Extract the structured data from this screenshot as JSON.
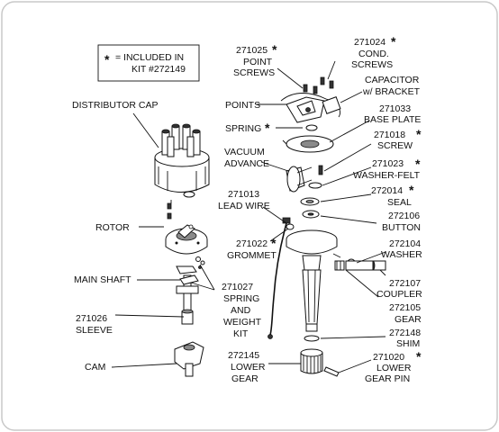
{
  "kit_note": {
    "star": "*",
    "line1": "= INCLUDED IN",
    "line2": "KIT #272149"
  },
  "labels": {
    "distributor_cap": "DISTRIBUTOR CAP",
    "rotor": "ROTOR",
    "main_shaft": "MAIN SHAFT",
    "sleeve": [
      "271026",
      "SLEEVE"
    ],
    "cam": "CAM",
    "spring_weight_kit": [
      "271027",
      "SPRING",
      "AND",
      "WEIGHT",
      "KIT"
    ],
    "point_screws": [
      "271025",
      "POINT",
      "SCREWS"
    ],
    "points": "POINTS",
    "spring": "SPRING",
    "vacuum_advance": [
      "VACUUM",
      "ADVANCE"
    ],
    "lead_wire": [
      "271013",
      "LEAD WIRE"
    ],
    "grommet": [
      "271022",
      "GROMMET"
    ],
    "lower_gear": [
      "272145",
      "LOWER",
      "GEAR"
    ],
    "cond_screws": [
      "271024",
      "COND.",
      "SCREWS"
    ],
    "capacitor": [
      "CAPACITOR",
      "w/ BRACKET"
    ],
    "base_plate": [
      "271033",
      "BASE PLATE"
    ],
    "screw": [
      "271018",
      "SCREW"
    ],
    "washer_felt": [
      "271023",
      "WASHER-FELT"
    ],
    "seal": [
      "272014",
      "SEAL"
    ],
    "button": [
      "272106",
      "BUTTON"
    ],
    "washer": [
      "272104",
      "WASHER"
    ],
    "coupler": [
      "272107",
      "COUPLER"
    ],
    "gear": [
      "272105",
      "GEAR"
    ],
    "shim": [
      "272148",
      "SHIM"
    ],
    "lower_gear_pin": [
      "271020",
      "LOWER",
      "GEAR PIN"
    ]
  },
  "star": "*"
}
